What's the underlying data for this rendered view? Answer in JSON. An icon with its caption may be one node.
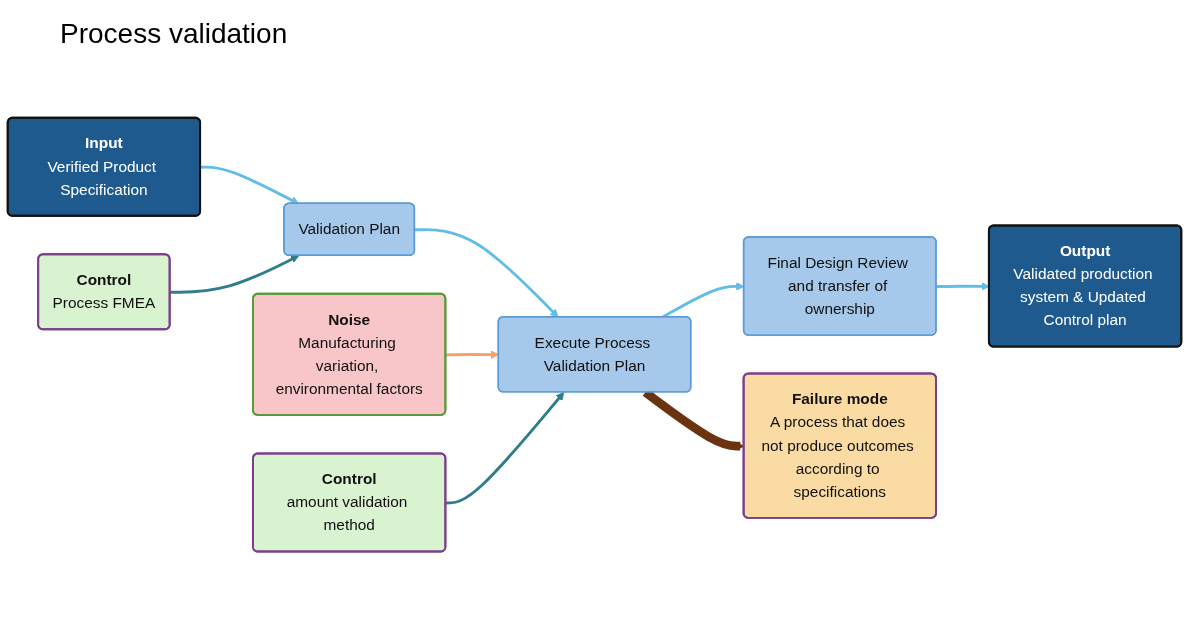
{
  "diagram": {
    "title": "Process validation",
    "nodes": [
      {
        "text": [
          "Input",
          "Verified Product Specification"
        ]
      },
      {
        "text": [
          "Validation Plan"
        ]
      },
      {
        "text": [
          "Noise",
          "Manufacturing variation, environmental factors"
        ]
      },
      {
        "text": [
          "Execute Process Validation Plan"
        ]
      },
      {
        "text": [
          "Final Design Review and transfer of ownership"
        ]
      },
      {
        "text": [
          "Output",
          "Validated production system & Updated Control plan"
        ]
      },
      {
        "text": [
          "Control",
          "Process FMEA"
        ]
      },
      {
        "text": [
          "Control",
          "amount validation method"
        ]
      },
      {
        "text": [
          "Failure mode",
          "A process that does not produce outcomes according to specifications"
        ]
      }
    ],
    "edges": [
      {
        "from": 0,
        "to": 1,
        "arrow": "to"
      },
      {
        "from": 1,
        "to": 3,
        "arrow": "to"
      },
      {
        "from": 3,
        "to": 4,
        "arrow": "to"
      },
      {
        "from": 4,
        "to": 5,
        "arrow": "to"
      },
      {
        "from": 2,
        "to": 3,
        "arrow": "to",
        "color": "#f4a070"
      },
      {
        "from": 6,
        "to": 1,
        "arrow": "to",
        "color": "#2e7d8a"
      },
      {
        "from": 7,
        "to": 3,
        "arrow": "to",
        "color": "#2e7d8a"
      },
      {
        "from": 3,
        "to": 8,
        "arrow": "to",
        "style": "thick",
        "color": "#6b3410"
      }
    ]
  }
}
